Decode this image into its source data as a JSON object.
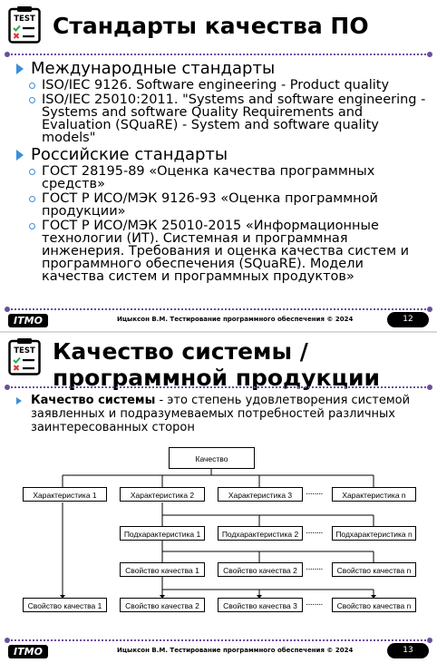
{
  "slide1": {
    "title": "Стандарты качества ПО",
    "items": [
      {
        "text": "Международные стандарты",
        "sub": [
          "ISO/IEC 9126. Software engineering - Product quality",
          "ISO/IEC 25010:2011. \"Systems and software engineering - Systems and software Quality Requirements and Evaluation (SQuaRE) - System and software quality models\""
        ]
      },
      {
        "text": "Российские стандарты",
        "sub": [
          "ГОСТ 28195-89 «Оценка качества программных средств»",
          "ГОСТ Р ИСО/МЭК 9126-93 «Оценка программной продукции»",
          "ГОСТ Р ИСО/МЭК 25010-2015 «Информационные технологии (ИТ). Системная и программная инженерия. Требования и оценка качества систем и программного обеспечения (SQuaRE). Модели качества систем и программных продуктов»"
        ]
      }
    ],
    "footer": {
      "logo": "ІТМО",
      "text": "Ицыксон В.М. Тестирование программного обеспечения © 2024",
      "page": "12"
    }
  },
  "slide2": {
    "title_line1": "Качество системы /",
    "title_line2": "программной продукции",
    "bullet_bold": "Качество системы",
    "bullet_rest": " - это степень удовлетворения системой заявленных и подразумеваемых потребностей различных заинтересованных сторон",
    "diagram": {
      "root": "Качество",
      "characteristics": [
        "Характеристика 1",
        "Характеристика 2",
        "Характеристика 3",
        "Характеристика n"
      ],
      "subcharacteristics": [
        "Подхарактеристика 1",
        "Подхарактеристика 2",
        "Подхарактеристика n"
      ],
      "properties_row1": [
        "Свойство качества 1",
        "Свойство качества 2",
        "Свойство качества n"
      ],
      "properties_row2": [
        "Свойство качества  1",
        "Свойство качества 2",
        "Свойство качества 3",
        "Свойство качества n"
      ],
      "ellipsis": "········"
    },
    "footer": {
      "logo": "ІТМО",
      "text": "Ицыксон В.М. Тестирование программного обеспечения © 2024",
      "page": "13"
    }
  },
  "icon": {
    "label": "TEST"
  },
  "colors": {
    "accent": "#3a8fd9",
    "dotline": "#6b4fa0",
    "check": "#2fa84f",
    "cross": "#d9342b"
  }
}
